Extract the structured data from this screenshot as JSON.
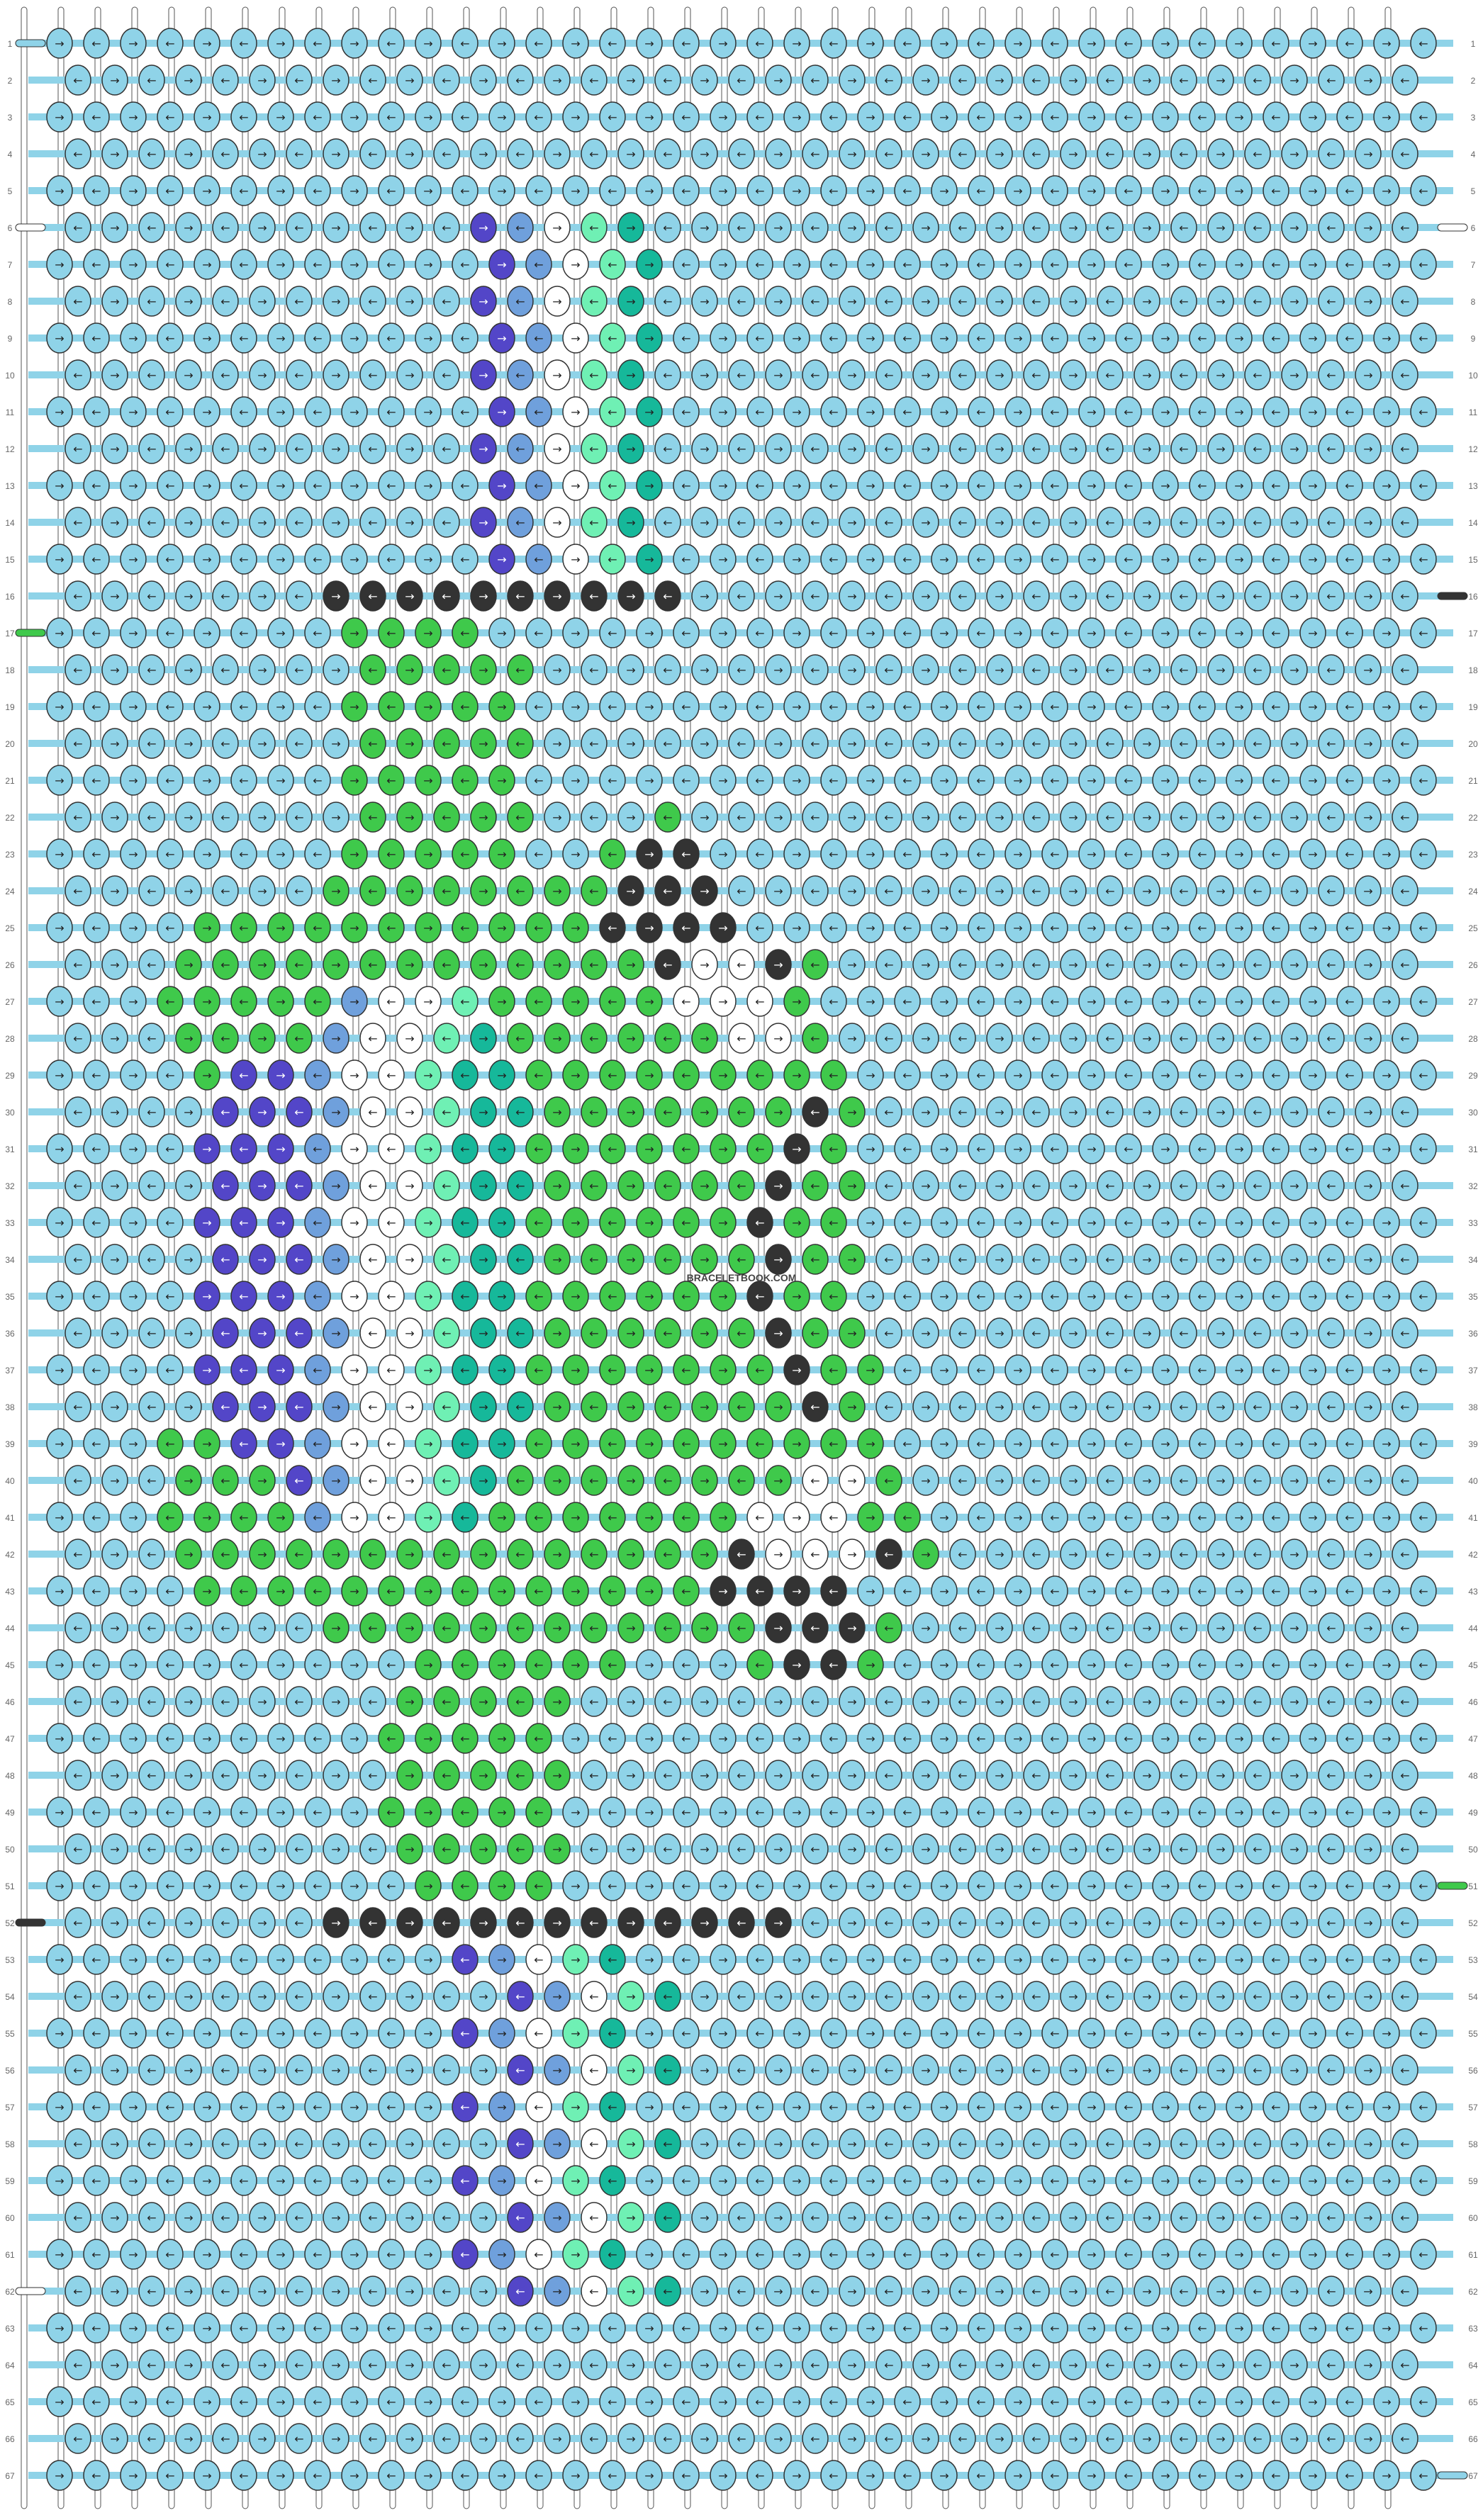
{
  "watermark": "BRACELETBOOK.COM",
  "colors": {
    "A": "#8fd3e8",
    "B": "#5346c8",
    "C": "#6fa0dc",
    "D": "#ffffff",
    "E": "#6ff0b4",
    "F": "#16b89a",
    "G": "#333333",
    "H": "#3fc94b"
  },
  "pattern": {
    "rows": 67,
    "strings": 38,
    "row_labels": [
      "1",
      "2",
      "3",
      "4",
      "5",
      "6",
      "7",
      "8",
      "9",
      "10",
      "11",
      "12",
      "13",
      "14",
      "15",
      "16",
      "17",
      "18",
      "19",
      "20",
      "21",
      "22",
      "23",
      "24",
      "25",
      "26",
      "27",
      "28",
      "29",
      "30",
      "31",
      "32",
      "33",
      "34",
      "35",
      "36",
      "37",
      "38",
      "39",
      "40",
      "41",
      "42",
      "43",
      "44",
      "45",
      "46",
      "47",
      "48",
      "49",
      "50",
      "51",
      "52",
      "53",
      "54",
      "55",
      "56",
      "57",
      "58",
      "59",
      "60",
      "61",
      "62",
      "63",
      "64",
      "65",
      "66",
      "67"
    ],
    "left_string_colors": [
      "A",
      "A",
      "A",
      "A",
      "A",
      "D",
      "A",
      "A",
      "A",
      "A",
      "A",
      "A",
      "A",
      "A",
      "A",
      "A",
      "H",
      "A",
      "A",
      "A",
      "A",
      "A",
      "A",
      "A",
      "A",
      "A",
      "A",
      "A",
      "A",
      "A",
      "A",
      "A",
      "A",
      "A",
      "A",
      "A",
      "A",
      "A",
      "A",
      "A",
      "A",
      "A",
      "A",
      "A",
      "A",
      "A",
      "A",
      "A",
      "A",
      "A",
      "A",
      "G",
      "A",
      "A",
      "A",
      "A",
      "A",
      "A",
      "A",
      "A",
      "A",
      "D",
      "A",
      "A",
      "A",
      "A",
      "A"
    ],
    "right_string_colors": [
      "A",
      "A",
      "A",
      "A",
      "A",
      "D",
      "A",
      "A",
      "A",
      "A",
      "A",
      "A",
      "A",
      "A",
      "A",
      "G",
      "A",
      "A",
      "A",
      "A",
      "A",
      "A",
      "A",
      "A",
      "A",
      "A",
      "A",
      "A",
      "A",
      "A",
      "A",
      "A",
      "A",
      "A",
      "A",
      "A",
      "A",
      "A",
      "A",
      "A",
      "A",
      "A",
      "A",
      "A",
      "A",
      "A",
      "A",
      "A",
      "A",
      "A",
      "H",
      "A",
      "A",
      "A",
      "A",
      "A",
      "A",
      "A",
      "A",
      "A",
      "A",
      "A",
      "A",
      "A",
      "A",
      "A",
      "A"
    ],
    "knots": [
      "AAAAAAAAAAAAAAAAAAA",
      "AAAAAAAAAAAAAAAAAA",
      "AAAAAAAAAAAAAAAAAAA",
      "AAAAAAAAAAAAAAAAAA",
      "AAAAAAAAAAAAAAAAAAA",
      "AAAAAAAAAAABCDEFAA",
      "AAAAAAAAAAAABCDEFAA",
      "AAAAAAAAAAABCDEFAA",
      "AAAAAAAAAAAABCDEFAA",
      "AAAAAAAAAAABCDEFAA",
      "AAAAAAAAAAAABCDEFAA",
      "AAAAAAAAAAABCDEFAA",
      "AAAAAAAAAAAABCDEFAA",
      "AAAAAAAAAAABCDEFAA",
      "AAAAAAAAAAAABCDEFAA",
      "AAAAAAAGGGGGGGGGGAA",
      "AAAAAAAAHHHHAAAAAAA",
      "AAAAAAAAHHHHHAAAAAA",
      "AAAAAAAAHHHHHAAAAAA",
      "AAAAAAAAHHHHHAAAAAA",
      "AAAAAAAAHHHHHAAAAAA",
      "AAAAAAAAHHHHHAAAHAA",
      "AAAAAAAAHHHHHAAHGGAA",
      "AAAAAAAHHHHHHHHGGGAA",
      "AAAAHHHHHHHHHHHGGGGAA",
      "AAAHHHHHHHHHHHHHGDDGHAA",
      "AAAHHHHHCDDEHHHHHDDDHAA",
      "AAAHHHHCDDEFHHHHHHDDHAA",
      "AAAAHBBCDDEFFHHHHHHHHHAA",
      "AAAABBBCDDEFFHHHHHHHGHAA",
      "AAAABBBCDDEFFHHHHHHHGHAA",
      "AAAABBBCDDEFFHHHHHHGHHAA",
      "AAAABBBCDDEFFHHHHHHGHHAA",
      "AAAABBBCDDEFFHHHHHHGHHAA",
      "AAAABBBCDDEFFHHHHHHGHHAA",
      "AAAABBBCDDEFFHHHHHHGHHAA",
      "AAAABBBCDDEFFHHHHHHHGHHAA",
      "AAAABBBCDDEFFHHHHHHHGHAA",
      "AAAHHBBCDDEFFHHHHHHHHHHAA",
      "AAAHHHBCDDEFHHHHHHHHDDHAA",
      "AAAHHHHCDDEFHHHHHHHDDDHHAA",
      "AAAHHHHHHHHHHHHHHHGDDDGHAA",
      "AAAAHHHHHHHHHHHHHHGGGGAA",
      "AAAAAAAHHHHHHHHHHHHGGGHAA",
      "AAAAAAAAAAHHHHHHAAAHGGHAA",
      "AAAAAAAAAHHHHHAAAAAAA",
      "AAAAAAAAAHHHHHAAAAAA",
      "AAAAAAAAAHHHHHAAAAAAA",
      "AAAAAAAAAHHHHHAAAAAA",
      "AAAAAAAAAHHHHHAAAAAAA",
      "AAAAAAAAAAHHHHAAAAAA",
      "AAAAAAAGGGGGGGGGGGGGAA",
      "AAAAAAAAAAABCDEFAA",
      "AAAAAAAAAAAABCDEFAA",
      "AAAAAAAAAAABCDEFAA",
      "AAAAAAAAAAAABCDEFAA",
      "AAAAAAAAAAABCDEFAA",
      "AAAAAAAAAAAABCDEFAA",
      "AAAAAAAAAAABCDEFAA",
      "AAAAAAAAAAAABCDEFAA",
      "AAAAAAAAAAABCDEFAA",
      "AAAAAAAAAAAABCDEFAA",
      "AAAAAAAAAAAAAAAAAA",
      "AAAAAAAAAAAAAAAAAAA",
      "AAAAAAAAAAAAAAAAAA",
      "AAAAAAAAAAAAAAAAAAA",
      "AAAAAAAAAAAAAAAAAA"
    ]
  }
}
